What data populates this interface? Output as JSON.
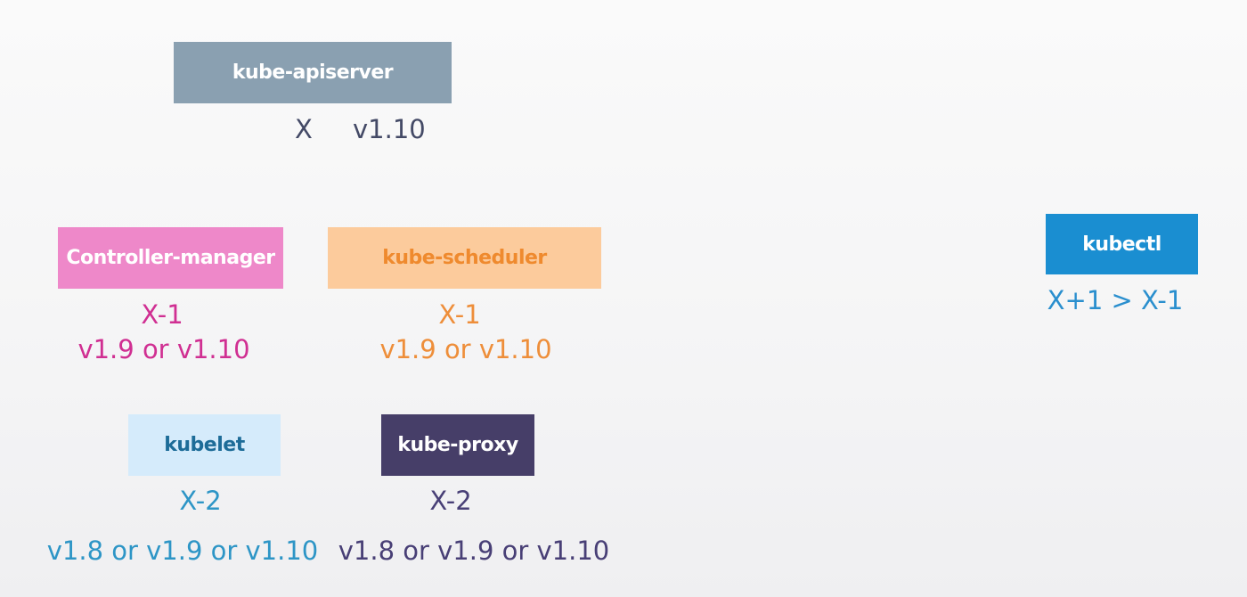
{
  "components": {
    "apiserver": {
      "label": "kube-apiserver",
      "version_label": "X",
      "versions": "v1.10",
      "box_color": "#8aa0b1",
      "text_color": "#ffffff",
      "label_color": "#444a66"
    },
    "controller_manager": {
      "label": "Controller-manager",
      "version_label": "X-1",
      "versions": "v1.9 or v1.10",
      "box_color": "#ee88c9",
      "text_color": "#ffffff",
      "label_color": "#d02f92"
    },
    "scheduler": {
      "label": "kube-scheduler",
      "version_label": "X-1",
      "versions": "v1.9 or v1.10",
      "box_color": "#fccb9c",
      "text_color": "#ef8a2e",
      "label_color": "#ee8e3a"
    },
    "kubectl": {
      "label": "kubectl",
      "version_label": "X+1 > X-1",
      "box_color": "#1a8ed1",
      "text_color": "#ffffff",
      "label_color": "#2a8fce"
    },
    "kubelet": {
      "label": "kubelet",
      "version_label": "X-2",
      "versions": "v1.8 or v1.9 or v1.10",
      "box_color": "#d5ebfb",
      "text_color": "#1d6c98",
      "label_color": "#2d95c6"
    },
    "proxy": {
      "label": "kube-proxy",
      "version_label": "X-2",
      "versions": "v1.8 or v1.9 or v1.10",
      "box_color": "#463e68",
      "text_color": "#ffffff",
      "label_color": "#483f76"
    }
  }
}
